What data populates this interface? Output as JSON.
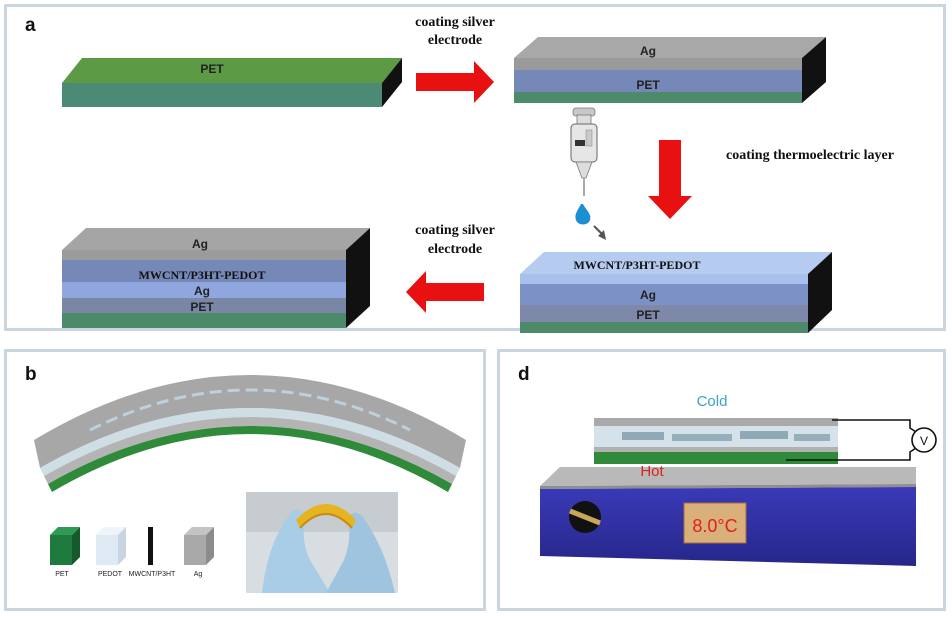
{
  "panels": {
    "a": {
      "letter": "a",
      "step1": {
        "pet": "PET"
      },
      "arrow1_label_line1": "coating silver",
      "arrow1_label_line2": "electrode",
      "step2": {
        "ag": "Ag",
        "pet": "PET"
      },
      "arrow2_label": "coating thermoelectric  layer",
      "step3": {
        "layer": "MWCNT/P3HT-PEDOT",
        "ag": "Ag",
        "pet": "PET"
      },
      "arrow3_label_line1": "coating silver",
      "arrow3_label_line2": "electrode",
      "step4": {
        "ag_top": "Ag",
        "layer": "MWCNT/P3HT-PEDOT",
        "ag": "Ag",
        "pet": "PET"
      }
    },
    "b": {
      "letter": "b",
      "legend": [
        {
          "label": "PET",
          "color": "#1e7a3c"
        },
        {
          "label": "PEDOT",
          "color": "#dfe9f3"
        },
        {
          "label": "MWCNT/P3HT",
          "color": "#111111"
        },
        {
          "label": "Ag",
          "color": "#a9a9a9"
        }
      ]
    },
    "d": {
      "letter": "d",
      "cold_label": "Cold",
      "hot_label": "Hot",
      "voltmeter_label": "V",
      "display_text": "8.0°C"
    }
  },
  "colors": {
    "pet": "#3e8a5a",
    "ag": "#9c9c9c",
    "blue_layer": "#7f95c8",
    "arrow": "#e81010",
    "hotplate": "#3030a8",
    "cold_text": "#39a3c9",
    "hot_text": "#e02020"
  }
}
